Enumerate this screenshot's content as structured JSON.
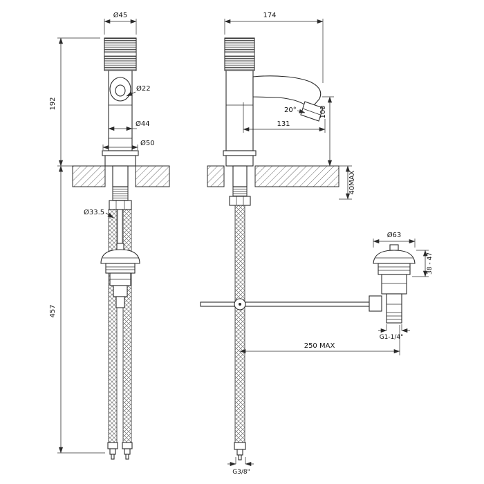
{
  "drawing": {
    "colors": {
      "line": "#2b2b2b",
      "background": "#ffffff"
    },
    "labels": {
      "handle_diameter": "Ø45",
      "overall_depth": "174",
      "ring_diameter": "Ø22",
      "height_above_deck": "192",
      "body_diameter": "Ø44",
      "base_diameter": "Ø50",
      "spout_angle": "20°",
      "spout_reach": "131",
      "spout_height": "100",
      "deck_thickness_max": "40MAX",
      "shank_diameter": "Ø33.5",
      "waste_cap_diameter": "Ø63",
      "waste_cap_height_range": "38 - 47",
      "height_below_deck": "457",
      "waste_thread": "G1-1/4\"",
      "rod_reach_max": "250 MAX",
      "supply_hose_thread": "G3/8\""
    }
  }
}
